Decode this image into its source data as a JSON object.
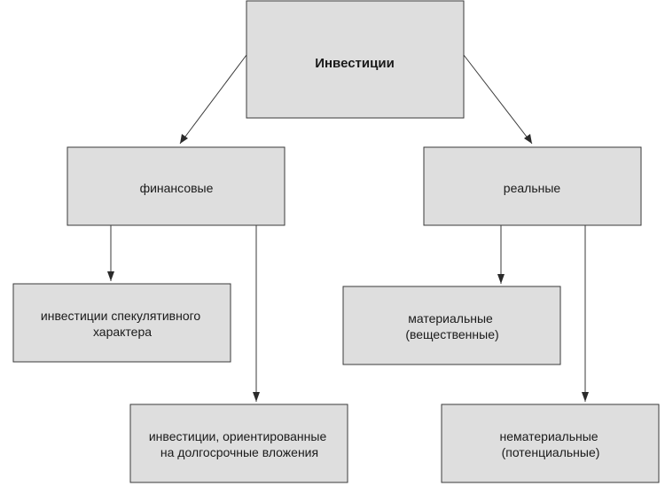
{
  "diagram": {
    "nodes": {
      "root": {
        "lines": [
          "Инвестиции"
        ]
      },
      "financial": {
        "lines": [
          "финансовые"
        ]
      },
      "real": {
        "lines": [
          "реальные"
        ]
      },
      "speculative": {
        "lines": [
          "инвестиции спекулятивного",
          "характера"
        ]
      },
      "long_term": {
        "lines": [
          "инвестиции, ориентированные",
          "на долгосрочные вложения"
        ]
      },
      "material": {
        "lines": [
          "материальные",
          "(вещественные)"
        ]
      },
      "intangible": {
        "lines": [
          "нематериальные",
          "(потенциальные)"
        ]
      }
    },
    "edges": [
      {
        "from": "root",
        "to": "financial"
      },
      {
        "from": "root",
        "to": "real"
      },
      {
        "from": "financial",
        "to": "speculative"
      },
      {
        "from": "financial",
        "to": "long_term"
      },
      {
        "from": "real",
        "to": "material"
      },
      {
        "from": "real",
        "to": "intangible"
      }
    ]
  }
}
